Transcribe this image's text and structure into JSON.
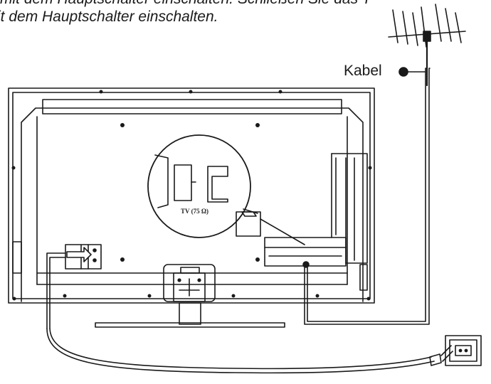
{
  "instruction": {
    "line1": "mit dem Hauptschalter einschalten. Schließen Sie das TV-Gerät an",
    "line2": "it dem Hauptschalter einschalten."
  },
  "labels": {
    "cable": "Kabel",
    "tv_port": "TV (75 Ω)"
  },
  "colors": {
    "line": "#1a1a1a",
    "background": "#ffffff"
  }
}
